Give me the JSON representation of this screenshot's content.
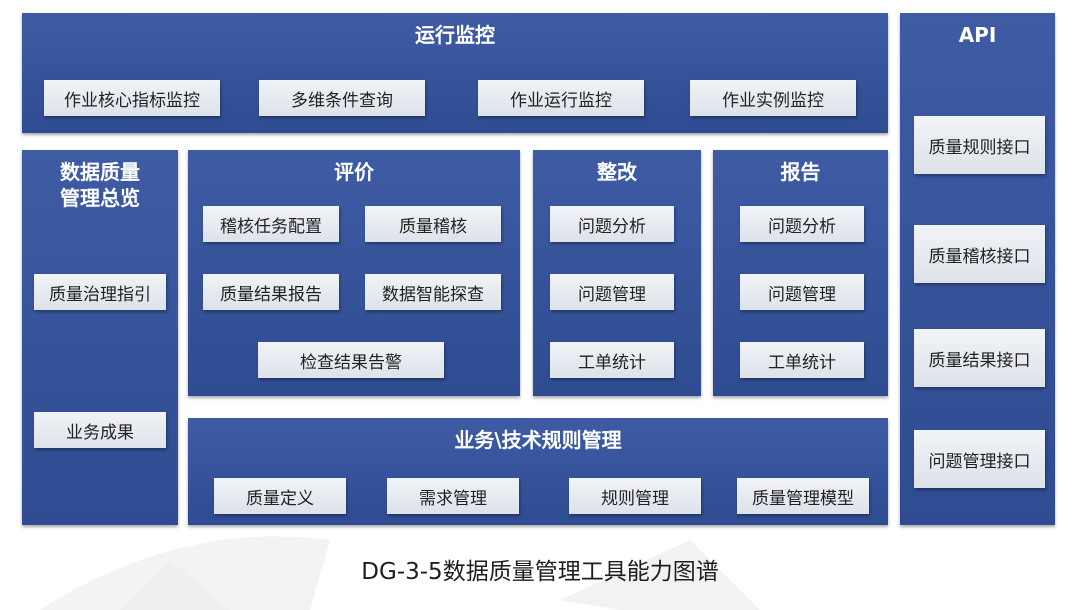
{
  "top": {
    "title": "运行监控",
    "items": [
      "作业核心指标监控",
      "多维条件查询",
      "作业运行监控",
      "作业实例监控"
    ]
  },
  "api": {
    "title": "API",
    "items": [
      "质量规则接口",
      "质量稽核接口",
      "质量结果接口",
      "问题管理接口"
    ]
  },
  "overview": {
    "title_line1": "数据质量",
    "title_line2": "管理总览",
    "items": [
      "质量治理指引",
      "业务成果"
    ]
  },
  "evaluation": {
    "title": "评价",
    "items": [
      "稽核任务配置",
      "质量稽核",
      "质量结果报告",
      "数据智能探查",
      "检查结果告警"
    ]
  },
  "rectify": {
    "title": "整改",
    "items": [
      "问题分析",
      "问题管理",
      "工单统计"
    ]
  },
  "report": {
    "title": "报告",
    "items": [
      "问题分析",
      "问题管理",
      "工单统计"
    ]
  },
  "rules": {
    "title": "业务\\技术规则管理",
    "items": [
      "质量定义",
      "需求管理",
      "规则管理",
      "质量管理模型"
    ]
  },
  "caption": "DG-3-5数据质量管理工具能力图谱",
  "colors": {
    "panel": "#3a57a0",
    "item": "#e6e9ef",
    "title_text": "#ffffff"
  }
}
